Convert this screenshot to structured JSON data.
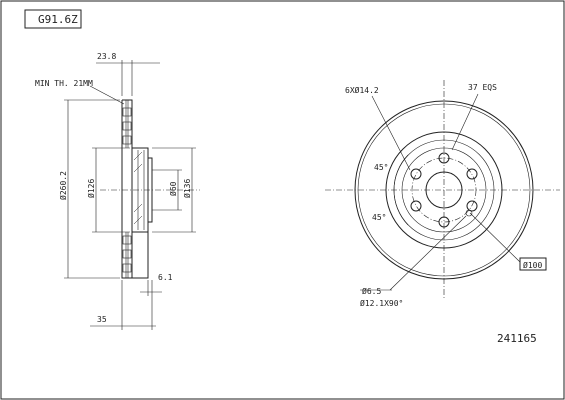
{
  "title_block": {
    "code": "G91.6Z"
  },
  "part_number": "241165",
  "side_view": {
    "dims": {
      "disc_thickness": "23.8",
      "min_thickness": "MIN TH. 21MM",
      "outer_diameter": "Ø260.2",
      "center_bore_pcd": "Ø126",
      "hub_bore": "Ø60",
      "hat_diameter": "Ø136",
      "flange_thickness": "6.1",
      "overall_height": "35"
    }
  },
  "front_view": {
    "labels": {
      "bolt_holes": "6XØ14.2",
      "bolt_pitch": "37 EQS",
      "angle_top": "45°",
      "angle_bottom": "45°",
      "small_hole": "Ø6.5",
      "chamfer": "Ø12.1X90°",
      "pcd": "Ø100"
    }
  }
}
